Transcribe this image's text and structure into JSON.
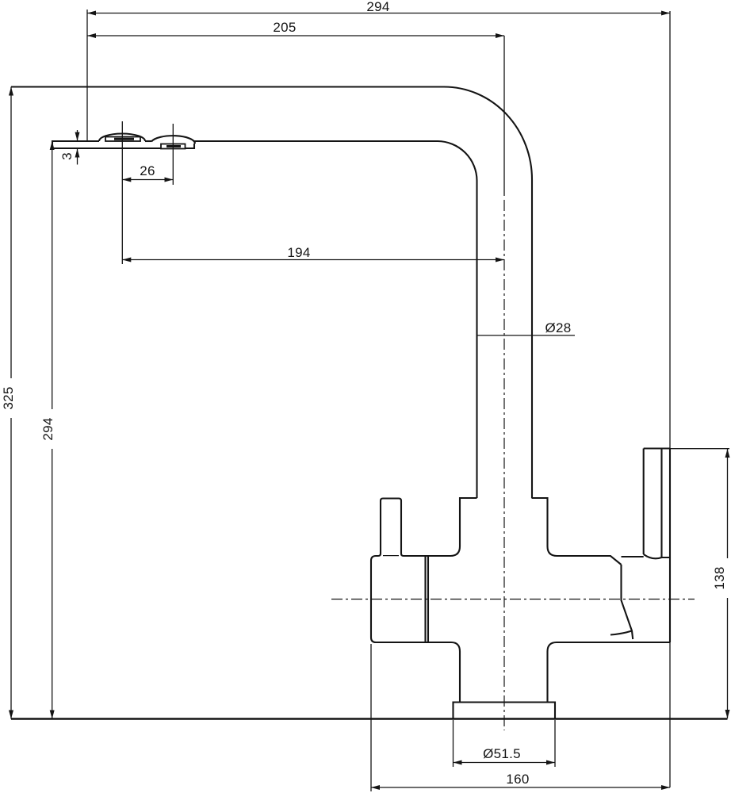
{
  "drawing": {
    "type": "technical-drawing",
    "subject": "Kitchen mixer faucet side elevation with dimensions",
    "units": "mm",
    "labels": {
      "overall_width": "294",
      "spout_projection": "205",
      "outlet_step": "3",
      "outlet_spacing": "26",
      "outlet_to_axis": "194",
      "spout_diameter": "Ø28",
      "overall_height": "325",
      "spout_outlet_height": "294",
      "handle_top_height": "138",
      "base_diameter": "Ø51.5",
      "body_length": "160"
    }
  }
}
